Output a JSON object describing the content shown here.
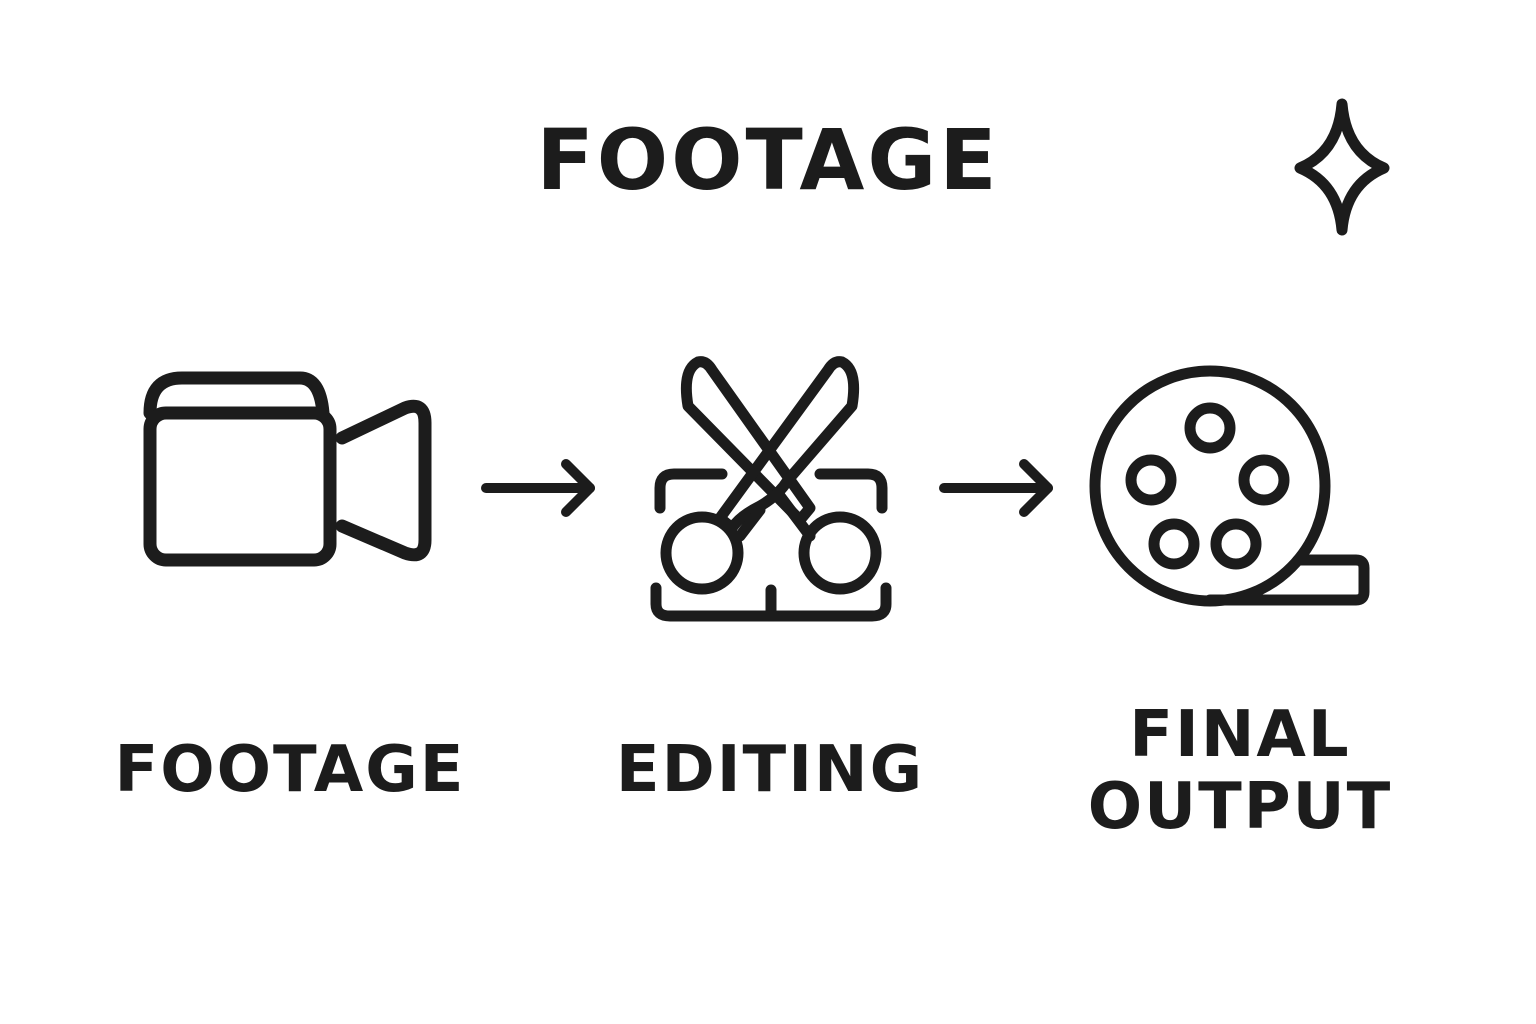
{
  "diagram": {
    "title": "FOOTAGE",
    "stages": [
      {
        "id": "footage",
        "icon": "video-camera-icon",
        "label_lines": [
          "FOOTAGE"
        ]
      },
      {
        "id": "editing",
        "icon": "scissors-trim-icon",
        "label_lines": [
          "EDITING"
        ]
      },
      {
        "id": "final-output",
        "icon": "film-reel-sparkle-icon",
        "label_lines": [
          "FINAL",
          "OUTPUT"
        ]
      }
    ],
    "connectors": [
      "arrow-right-icon",
      "arrow-right-icon"
    ],
    "colors": {
      "ink": "#1c1c1c",
      "background": "#ffffff"
    }
  }
}
